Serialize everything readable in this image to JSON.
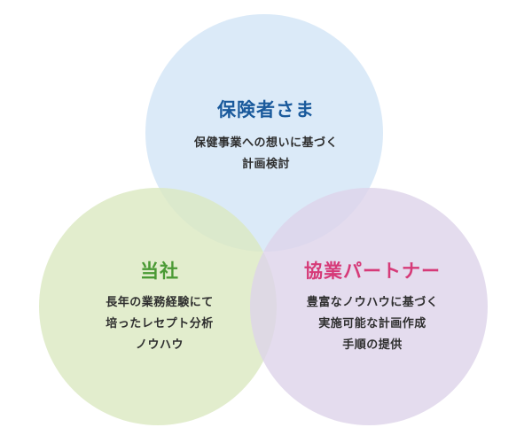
{
  "colors": {
    "top_circle": "#d2e5f6",
    "left_circle": "#dbe8c0",
    "right_circle": "#ddd3ea",
    "top_text": "#1a5a9c",
    "left_text": "#4a9a34",
    "right_text": "#d63a78",
    "desc_text": "#2f2f2f"
  },
  "circles": {
    "top": {
      "title": "保険者さま",
      "lines": [
        "保健事業への想いに基づく",
        "計画検討"
      ]
    },
    "left": {
      "title": "当社",
      "lines": [
        "長年の業務経験にて",
        "培ったレセプト分析",
        "ノウハウ"
      ]
    },
    "right": {
      "title": "協業パートナー",
      "lines": [
        "豊富なノウハウに基づく",
        "実施可能な計画作成",
        "手順の提供"
      ]
    }
  }
}
